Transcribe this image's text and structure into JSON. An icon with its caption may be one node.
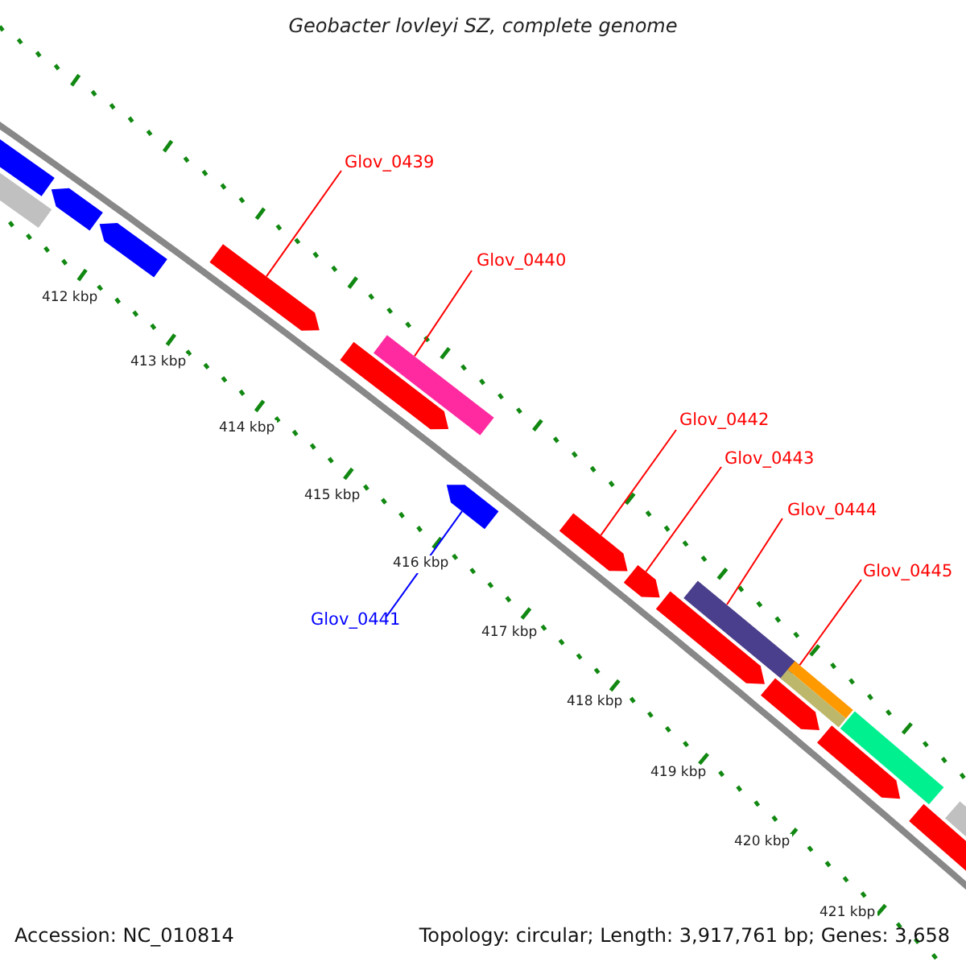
{
  "diagram": {
    "title": "Geobacter lovleyi SZ, complete genome",
    "nodes": [
      {
        "text": [
          "Glov_0439"
        ]
      },
      {
        "text": [
          "Glov_0440"
        ]
      },
      {
        "text": [
          "Glov_0441"
        ]
      },
      {
        "text": [
          "Glov_0442"
        ]
      },
      {
        "text": [
          "Glov_0443"
        ]
      },
      {
        "text": [
          "Glov_0444"
        ]
      },
      {
        "text": [
          "Glov_0445"
        ]
      },
      {
        "text": [],
        "shape": "bar"
      },
      {
        "text": [],
        "shape": "bar"
      },
      {
        "text": [],
        "shape": "bar"
      },
      {
        "text": [],
        "shape": "bar"
      },
      {
        "text": [],
        "shape": "bar"
      },
      {
        "text": [],
        "shape": "bar"
      },
      {
        "text": [],
        "shape": "bar"
      },
      {
        "text": [],
        "shape": "bar"
      },
      {
        "text": [],
        "shape": "bar"
      },
      {
        "text": [],
        "shape": "bar"
      },
      {
        "text": [],
        "shape": "bar"
      },
      {
        "text": [],
        "shape": "bar"
      },
      {
        "text": [],
        "shape": "bar"
      },
      {
        "text": [],
        "shape": "bar"
      },
      {
        "text": [],
        "shape": "bar"
      },
      {
        "text": [],
        "shape": "bar"
      },
      {
        "text": [],
        "shape": "bar"
      },
      {
        "text": [],
        "shape": "bar"
      }
    ],
    "edges": [
      {
        "from": 0,
        "to": 11,
        "arrow": "none"
      },
      {
        "from": 1,
        "to": 13,
        "arrow": "none"
      },
      {
        "from": 2,
        "to": 14,
        "arrow": "none",
        "color": "#0000ff"
      },
      {
        "from": 3,
        "to": 15,
        "arrow": "none"
      },
      {
        "from": 4,
        "to": 16,
        "arrow": "none"
      },
      {
        "from": 5,
        "to": 18,
        "arrow": "none"
      },
      {
        "from": 6,
        "to": 20,
        "arrow": "none"
      }
    ],
    "labels": [
      "412 kbp",
      "413 kbp",
      "414 kbp",
      "415 kbp",
      "416 kbp",
      "417 kbp",
      "418 kbp",
      "419 kbp",
      "420 kbp",
      "421 kbp",
      "Accession: NC_010814",
      "Topology: circular; Length: 3,917,761 bp; Genes: 3,658"
    ]
  }
}
